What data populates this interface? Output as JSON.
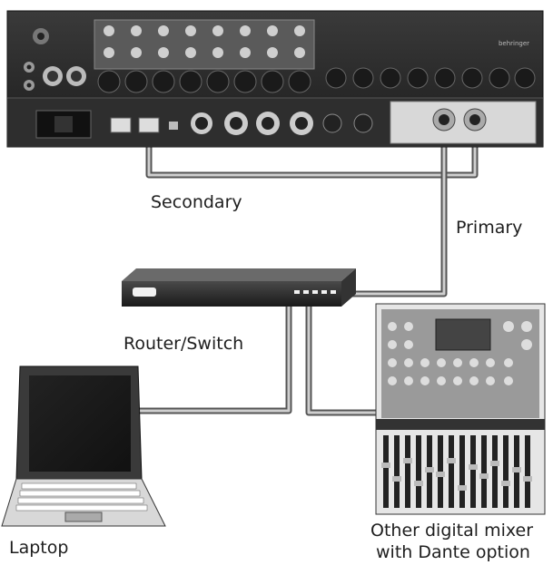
{
  "labels": {
    "secondary": "Secondary",
    "primary": "Primary",
    "router": "Router/Switch",
    "laptop": "Laptop",
    "mixer_line1": "Other digital mixer",
    "mixer_line2": "with Dante option"
  },
  "brand": "behringer",
  "colors": {
    "background": "#ffffff",
    "cable": "#8a8a8a",
    "device_dark": "#2b2b2b",
    "text": "#1e1e1e"
  }
}
